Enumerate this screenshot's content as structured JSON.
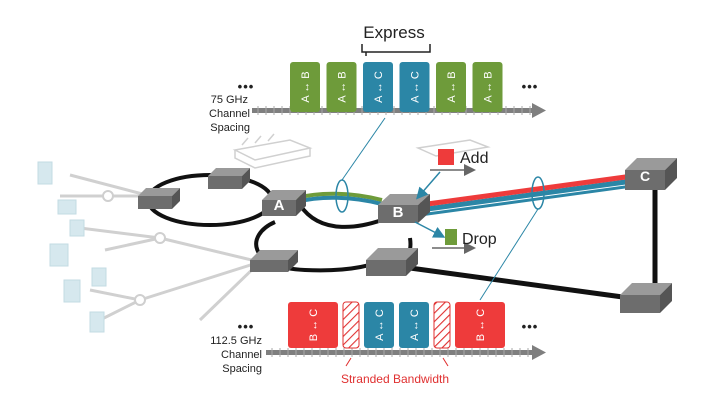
{
  "express": {
    "title": "Express",
    "spacing_line1": "75 GHz",
    "spacing_line2": "Channel",
    "spacing_line3": "Spacing",
    "ellipsis": "•••",
    "channels": [
      {
        "label": "A ↔ B",
        "kind": "green"
      },
      {
        "label": "A ↔ B",
        "kind": "green"
      },
      {
        "label": "A ↔ C",
        "kind": "blue"
      },
      {
        "label": "A ↔ C",
        "kind": "blue"
      },
      {
        "label": "A ↔ B",
        "kind": "green"
      },
      {
        "label": "A ↔ B",
        "kind": "green"
      }
    ]
  },
  "bottom": {
    "spacing_line1": "112.5 GHz",
    "spacing_line2": "Channel",
    "spacing_line3": "Spacing",
    "ellipsis": "•••",
    "stranded_label": "Stranded Bandwidth",
    "channels": [
      {
        "label": "B ↔ C",
        "kind": "red"
      },
      {
        "label": "",
        "kind": "hatch"
      },
      {
        "label": "A ↔ C",
        "kind": "blue"
      },
      {
        "label": "A ↔ C",
        "kind": "blue"
      },
      {
        "label": "",
        "kind": "hatch"
      },
      {
        "label": "B ↔ C",
        "kind": "red"
      }
    ]
  },
  "nodes": {
    "a_label": "A",
    "b_label": "B",
    "c_label": "C"
  },
  "add_label": "Add",
  "drop_label": "Drop",
  "colors": {
    "green": "#6e9b3a",
    "blue": "#2b86a6",
    "red": "#ee3b3b",
    "node": "#7d7d7d",
    "axis": "#7f7f7f",
    "stranded": "#e03030",
    "faint": "#c9dfe6"
  }
}
